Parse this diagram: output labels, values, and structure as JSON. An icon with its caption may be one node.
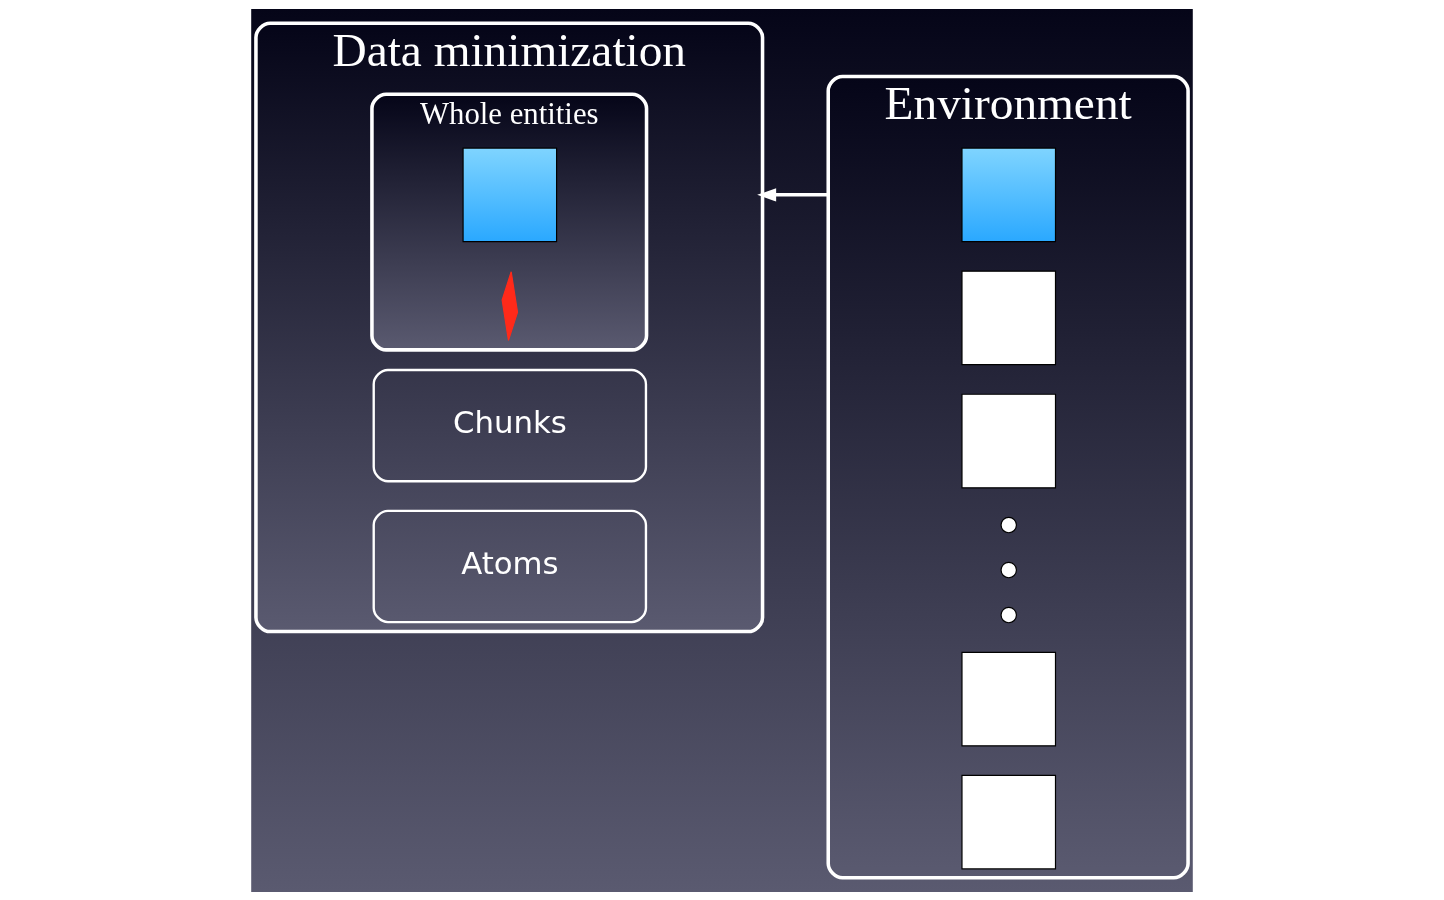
{
  "diagram": {
    "nodes": [
      {
        "text": [
          "Data minimization"
        ]
      },
      {
        "text": [
          "Whole entities"
        ],
        "in": 0
      },
      {
        "text": [],
        "shape": "box",
        "in": 1
      },
      {
        "text": [],
        "shape": "cross",
        "in": 1
      },
      {
        "text": [
          "Chunks"
        ],
        "in": 0
      },
      {
        "text": [
          "Atoms"
        ],
        "in": 0
      },
      {
        "text": [
          "Environment"
        ]
      },
      {
        "text": [],
        "shape": "box",
        "in": 6
      },
      {
        "text": [],
        "shape": "box",
        "in": 6
      },
      {
        "text": [],
        "shape": "box",
        "in": 6
      },
      {
        "text": [],
        "shape": "circle",
        "in": 6
      },
      {
        "text": [],
        "shape": "circle",
        "in": 6
      },
      {
        "text": [],
        "shape": "circle",
        "in": 6
      },
      {
        "text": [],
        "shape": "box",
        "in": 6
      },
      {
        "text": [],
        "shape": "box",
        "in": 6
      }
    ],
    "edges": [
      {
        "from": 6,
        "to": 0,
        "arrow": "to"
      }
    ]
  }
}
